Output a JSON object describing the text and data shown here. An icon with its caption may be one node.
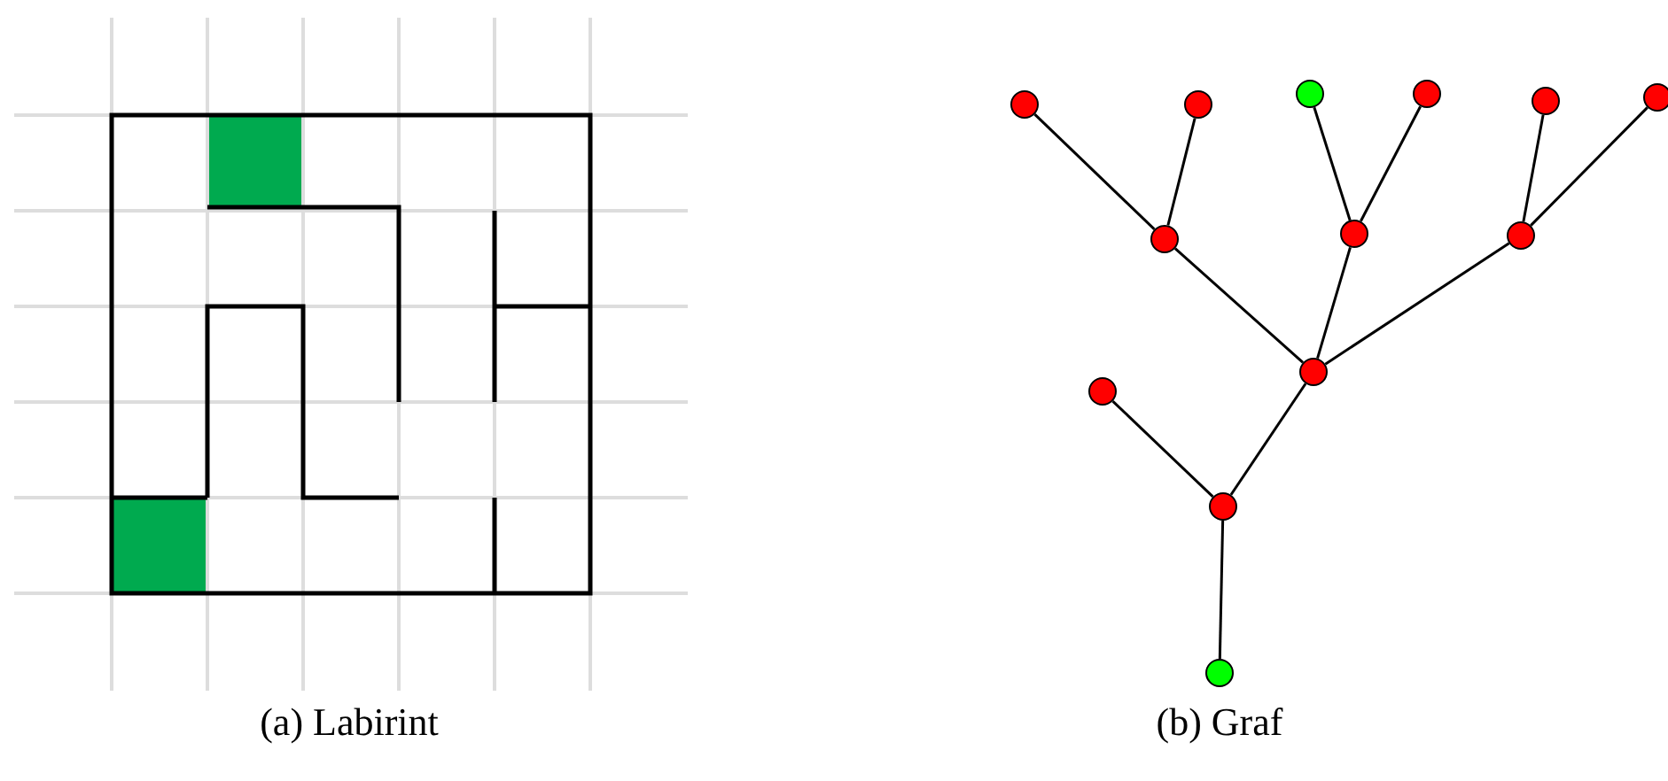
{
  "diagram": {
    "nodes": [
      {
        "text": [],
        "shape": "circle"
      },
      {
        "text": [],
        "shape": "circle"
      },
      {
        "text": [],
        "shape": "circle"
      },
      {
        "text": [],
        "shape": "circle"
      },
      {
        "text": [],
        "shape": "circle"
      },
      {
        "text": [],
        "shape": "circle"
      },
      {
        "text": [],
        "shape": "circle"
      },
      {
        "text": [],
        "shape": "circle"
      },
      {
        "text": [],
        "shape": "circle"
      },
      {
        "text": [],
        "shape": "circle"
      },
      {
        "text": [],
        "shape": "circle"
      },
      {
        "text": [],
        "shape": "circle"
      },
      {
        "text": [],
        "shape": "circle"
      }
    ],
    "edges": [
      {
        "from": 0,
        "to": 6,
        "arrow": "none"
      },
      {
        "from": 1,
        "to": 6,
        "arrow": "none"
      },
      {
        "from": 6,
        "to": 9,
        "arrow": "none"
      },
      {
        "from": 2,
        "to": 7,
        "arrow": "none"
      },
      {
        "from": 3,
        "to": 7,
        "arrow": "none"
      },
      {
        "from": 7,
        "to": 9,
        "arrow": "none"
      },
      {
        "from": 4,
        "to": 8,
        "arrow": "none"
      },
      {
        "from": 5,
        "to": 8,
        "arrow": "none"
      },
      {
        "from": 8,
        "to": 9,
        "arrow": "none"
      },
      {
        "from": 9,
        "to": 11,
        "arrow": "none"
      },
      {
        "from": 10,
        "to": 11,
        "arrow": "none"
      },
      {
        "from": 11,
        "to": 12,
        "arrow": "none"
      }
    ],
    "labels": [
      "(a) Labirint",
      "(b) Graf"
    ]
  }
}
